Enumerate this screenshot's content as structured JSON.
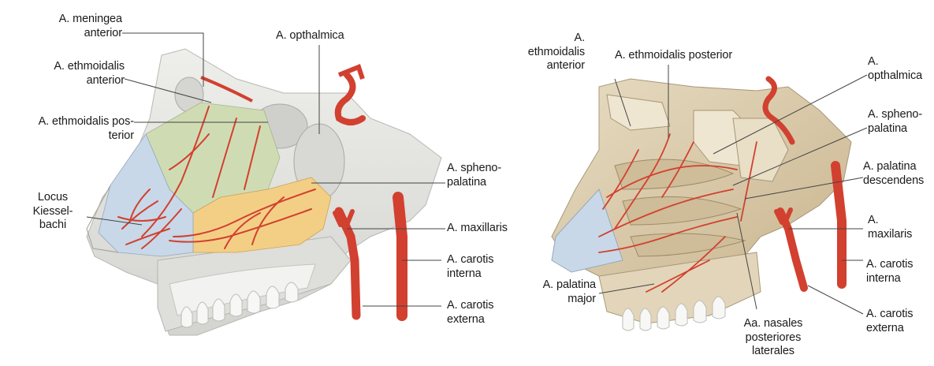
{
  "left_panel": {
    "labels": {
      "meningea_anterior": "A. meningea\nanterior",
      "ethmoidalis_anterior": "A. ethmoidalis\nanterior",
      "ethmoidalis_posterior": "A. ethmoidalis pos-\nterior",
      "locus_kiesselbachi": "Locus\nKiessel-\nbachi",
      "opthalmica": "A. opthalmica",
      "sphenopalatina": "A. spheno-\npalatina",
      "maxillaris": "A. maxillaris",
      "carotis_interna": "A. carotis\ninterna",
      "carotis_externa": "A. carotis\nexterna"
    }
  },
  "right_panel": {
    "labels": {
      "ethmoidalis_anterior": "A.\nethmoidalis\nanterior",
      "ethmoidalis_posterior": "A. ethmoidalis posterior",
      "opthalmica": "A.\nopthalmica",
      "sphenopalatina": "A. spheno-\npalatina",
      "palatina_descendens": "A. palatina\ndescendens",
      "maxilaris": "A.\nmaxilaris",
      "carotis_interna": "A. carotis\ninterna",
      "carotis_externa": "A. carotis\nexterna",
      "palatina_major": "A. palatina\nmajor",
      "nasales_posteriores_laterales": "Aa. nasales\nposteriores\nlaterales"
    }
  },
  "colors": {
    "artery": "#d2402f",
    "bone": "#e6e6e3",
    "bone_shadow": "#c9c9c5",
    "kiesselbach_region": "#c8d8e8",
    "ethmoidal_region": "#cfdcb3",
    "sphenopalatine_region": "#f3cf86",
    "mucosa_right": "#dccdb0",
    "leader_line": "#444444"
  }
}
